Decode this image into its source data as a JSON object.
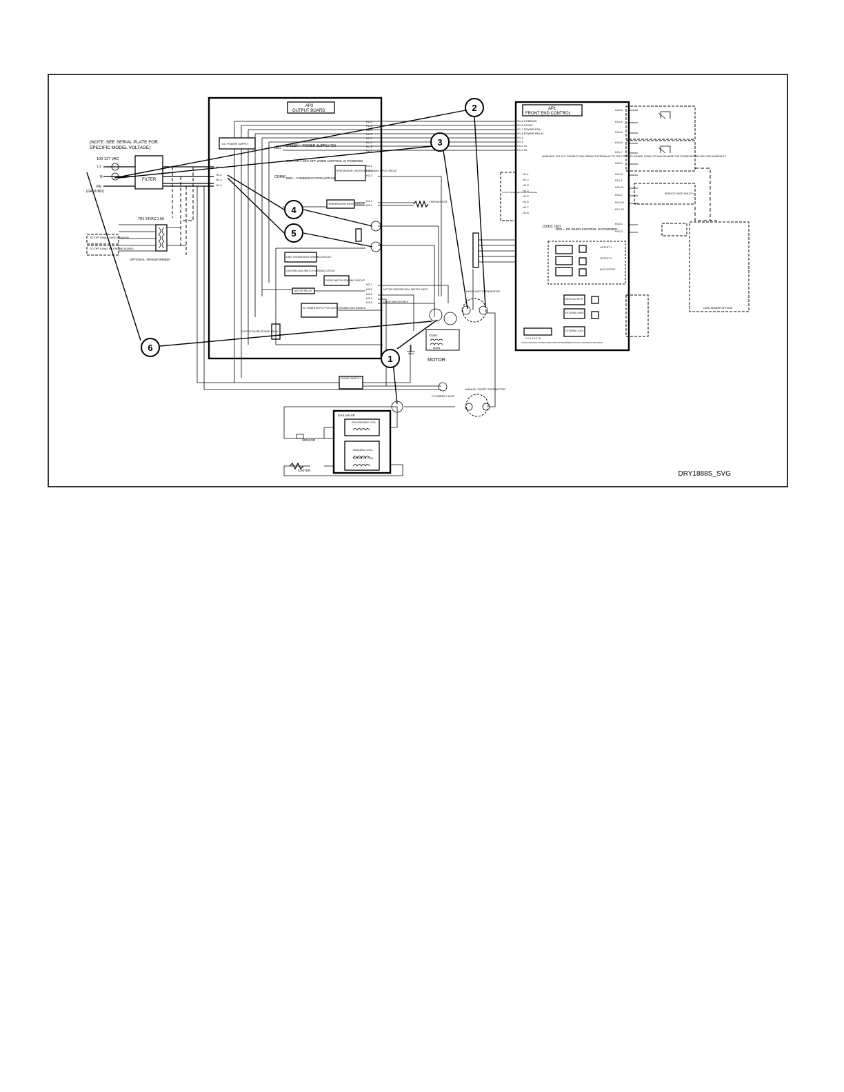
{
  "drawing_id": "DRY1888S_SVG",
  "note": "(NOTE: SEE SERIAL PLATE FOR SPECIFIC MODEL VOLTAGE)",
  "supply": {
    "voltage": "100-127 VAC",
    "l1": "L1",
    "n": "N",
    "pe": "PE",
    "ground": "(GROUND)"
  },
  "filter_label": "FILTER",
  "transformer": {
    "rating": "TR1 24VAC 1.6A",
    "caption": "OPTIONAL TRANSFORMER"
  },
  "optional_boxes": [
    "TO OPTIONAL CARD READER",
    "TO OPTIONAL NETWORK BOARD"
  ],
  "ap2": {
    "title": "AP2",
    "subtitle": "OUTPUT BOARD",
    "dc_power_supply": "DC POWER SUPPLY",
    "led_power": "GREEN = POWER SUPPLY ON",
    "led_red": "RED: ON 1 SEC OFF WHEN CONTROL IS POWERED",
    "led_comm": "RED = COMMUNICATION WITH MAIN CONTROL",
    "led_label": "LED",
    "comm_label": "COMM",
    "rpm_circuit": "RPM SENSOR / MOISTURE SENSING INPUT CIRCUIT",
    "temp_circuit": "TEMPERATURE INPUT CIRCUIT",
    "limit_circuit": "LIMIT THERMOSTAT SENSING CIRCUIT",
    "centrifugal_circuit": "CENTRIFUGAL SWITCH SENSING CIRCUIT",
    "door_circuit": "DOOR SWITCH SENSING CIRCUIT",
    "motor_relay": "MOTOR RELAY",
    "dc_output": "DC POWER SUPPLY FOR OUTPUT BOARD ELECTRONICS",
    "output_relay": "OUTPUT BOARD POWER RELAY",
    "motor_centrifugal_input": "MOTOR CENTRIFUGAL SWITCH INPUT",
    "door_switch_input": "DOOR SWITCH INPUT",
    "thermistor": "THERMISTOR",
    "pins_top": [
      "H2-6",
      "H2-5",
      "H2-4",
      "H2-3",
      "H2-2",
      "H2-1",
      "H2-8",
      "H2-7"
    ],
    "pins_left": [
      "H1-1",
      "H1-2",
      "H1-3",
      "H1-4"
    ],
    "pins_right": [
      "H3-1",
      "H3-2",
      "H3-3",
      "H4-1",
      "H4-2",
      "H3-7",
      "H3-6",
      "H3-5",
      "H3-4",
      "H3-8"
    ]
  },
  "ap1": {
    "title": "AP1",
    "subtitle": "FRONT END CONTROL",
    "warning": "WARNING—DO NOT CONNECT ANY WIRING EXTERNALLY TO THE CONTROL BOARD. DOING SO MAY DAMAGE THE POWER BOARD AND VOID WARRANTY.",
    "led_12vdc": "12VDC LED",
    "led_note": "RED = ON WHEN CONTROL IS POWERED",
    "left_pins": [
      "H1-6 COMMON",
      "H1-5 12VDC",
      "H1-7 POWER FAIL",
      "H1-8 POWER RELAY",
      "H1-4",
      "H1-3",
      "H1-2 Tx",
      "H1-1 Rx"
    ],
    "right_pins": [
      "H11-5",
      "H11-4",
      "H11-6",
      "H11-8",
      "H11-7",
      "H11-9",
      "H11-3",
      "H11-1",
      "H11-11",
      "H11-2",
      "H11-10",
      "H11-12",
      "H10-1",
      "H10-2"
    ],
    "io_pins": [
      "H1-1",
      "H1-2",
      "H1-3",
      "H1-4",
      "H1-5",
      "H1-6",
      "H1-7",
      "H1-8"
    ],
    "network_box": "TO OPTIONAL NETWORK DIAGRAM",
    "dip_label": "CONFIGURATION OF SWITCHES FOR PROGRAMMABLE SIGNAL FOR SINGLE SETTINGS",
    "dip_numbers": "1 2 3 4 5 6 7 8",
    "outputs": [
      "OUTPUT 1",
      "OUTPUT 2",
      "AUX OUTPUT"
    ],
    "inputs": [
      "DRY/FULL INPUT",
      "EXTERNAL INPUT",
      "EXTERNAL LOCK"
    ],
    "card_reader": "CARD READER OPTIONS",
    "service_door": "SERVICE DOOR SWITCH"
  },
  "components": {
    "motor": "MOTOR",
    "start": "START",
    "main": "MAIN",
    "high_limit": "HIGH LIMIT THERMOSTAT",
    "manual_reset": "MANUAL RESET THERMOSTAT",
    "door_switch": "DOOR SWITCH",
    "cylinder_light": "CYLINDER LIGHT",
    "gas_valve": "GAS VALVE",
    "secondary_coil": "SECONDARY COIL",
    "holding_coil": "HOLDING COIL",
    "booster_coil": "BOOSTER COIL",
    "sensor": "SENSOR",
    "igniter": "IGNITER"
  },
  "callouts": [
    "1",
    "2",
    "3",
    "4",
    "5",
    "6"
  ]
}
